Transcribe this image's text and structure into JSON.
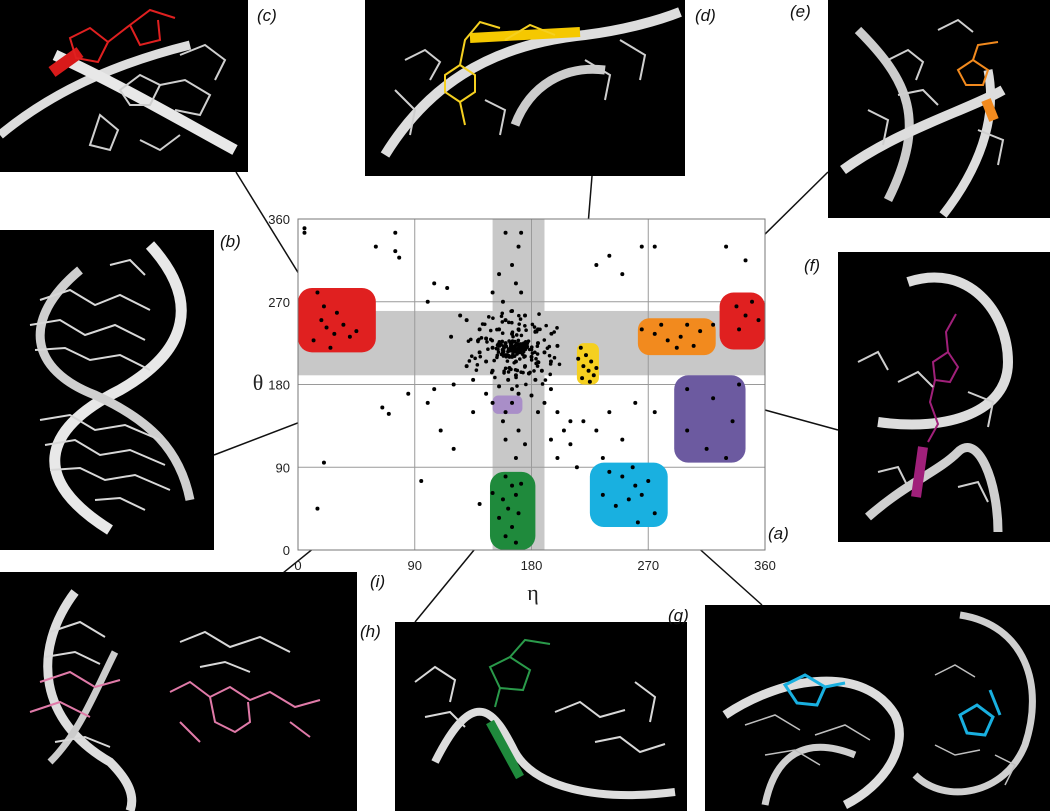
{
  "panel_labels": {
    "a": "(a)",
    "b": "(b)",
    "c": "(c)",
    "d": "(d)",
    "e": "(e)",
    "f": "(f)",
    "g": "(g)",
    "h": "(h)",
    "i": "(i)"
  },
  "colors": {
    "c": "#e02020",
    "d": "#f5d020",
    "e": "#f28a1e",
    "f": "#6c5aa0",
    "g": "#19b0e0",
    "h": "#1f8a3c",
    "i": "#a98ec8",
    "i_highlight": "#e07aa8",
    "f_highlight": "#a0207a",
    "band": "#c8c8c8"
  },
  "chart_data": {
    "type": "scatter",
    "xlabel": "η",
    "ylabel": "θ",
    "xlim": [
      0,
      360
    ],
    "ylim": [
      0,
      360
    ],
    "xticks": [
      "0",
      "90",
      "180",
      "270",
      "360"
    ],
    "yticks": [
      "0",
      "90",
      "180",
      "270",
      "360"
    ],
    "grid": true,
    "bands": [
      {
        "axis": "x",
        "range": [
          150,
          190
        ]
      },
      {
        "axis": "y",
        "range": [
          190,
          260
        ]
      }
    ],
    "regions": [
      {
        "label": "c",
        "x": [
          0,
          60
        ],
        "y": [
          215,
          285
        ]
      },
      {
        "label": "c",
        "x": [
          325,
          360
        ],
        "y": [
          218,
          280
        ]
      },
      {
        "label": "d",
        "x": [
          215,
          232
        ],
        "y": [
          180,
          225
        ]
      },
      {
        "label": "e",
        "x": [
          262,
          322
        ],
        "y": [
          212,
          252
        ]
      },
      {
        "label": "f",
        "x": [
          290,
          345
        ],
        "y": [
          95,
          190
        ]
      },
      {
        "label": "g",
        "x": [
          225,
          285
        ],
        "y": [
          25,
          95
        ]
      },
      {
        "label": "h",
        "x": [
          148,
          183
        ],
        "y": [
          0,
          85
        ]
      },
      {
        "label": "i",
        "x": [
          150,
          173
        ],
        "y": [
          148,
          168
        ]
      }
    ],
    "points": [
      [
        5,
        350
      ],
      [
        5,
        345
      ],
      [
        15,
        280
      ],
      [
        20,
        265
      ],
      [
        18,
        250
      ],
      [
        22,
        242
      ],
      [
        28,
        235
      ],
      [
        35,
        245
      ],
      [
        40,
        232
      ],
      [
        30,
        258
      ],
      [
        45,
        238
      ],
      [
        12,
        228
      ],
      [
        25,
        220
      ],
      [
        60,
        330
      ],
      [
        75,
        345
      ],
      [
        75,
        325
      ],
      [
        78,
        318
      ],
      [
        65,
        155
      ],
      [
        70,
        148
      ],
      [
        85,
        170
      ],
      [
        100,
        160
      ],
      [
        105,
        175
      ],
      [
        120,
        180
      ],
      [
        130,
        200
      ],
      [
        110,
        130
      ],
      [
        20,
        95
      ],
      [
        15,
        45
      ],
      [
        95,
        75
      ],
      [
        140,
        50
      ],
      [
        120,
        110
      ],
      [
        135,
        150
      ],
      [
        105,
        290
      ],
      [
        115,
        285
      ],
      [
        100,
        270
      ],
      [
        125,
        255
      ],
      [
        140,
        240
      ],
      [
        130,
        250
      ],
      [
        145,
        230
      ],
      [
        118,
        232
      ],
      [
        165,
        210
      ],
      [
        168,
        205
      ],
      [
        170,
        215
      ],
      [
        172,
        220
      ],
      [
        160,
        225
      ],
      [
        175,
        200
      ],
      [
        163,
        198
      ],
      [
        158,
        215
      ],
      [
        180,
        210
      ],
      [
        185,
        225
      ],
      [
        165,
        235
      ],
      [
        155,
        240
      ],
      [
        150,
        220
      ],
      [
        178,
        192
      ],
      [
        168,
        190
      ],
      [
        162,
        185
      ],
      [
        170,
        240
      ],
      [
        160,
        250
      ],
      [
        175,
        255
      ],
      [
        165,
        260
      ],
      [
        158,
        270
      ],
      [
        150,
        280
      ],
      [
        172,
        280
      ],
      [
        168,
        290
      ],
      [
        155,
        300
      ],
      [
        165,
        310
      ],
      [
        170,
        330
      ],
      [
        160,
        345
      ],
      [
        172,
        345
      ],
      [
        145,
        205
      ],
      [
        140,
        215
      ],
      [
        190,
        215
      ],
      [
        195,
        205
      ],
      [
        200,
        222
      ],
      [
        185,
        240
      ],
      [
        188,
        195
      ],
      [
        183,
        185
      ],
      [
        150,
        195
      ],
      [
        155,
        178
      ],
      [
        170,
        170
      ],
      [
        165,
        160
      ],
      [
        160,
        150
      ],
      [
        158,
        140
      ],
      [
        170,
        130
      ],
      [
        175,
        115
      ],
      [
        168,
        100
      ],
      [
        160,
        120
      ],
      [
        165,
        175
      ],
      [
        180,
        168
      ],
      [
        190,
        160
      ],
      [
        200,
        150
      ],
      [
        210,
        140
      ],
      [
        205,
        130
      ],
      [
        195,
        120
      ],
      [
        210,
        115
      ],
      [
        200,
        100
      ],
      [
        185,
        150
      ],
      [
        195,
        175
      ],
      [
        145,
        170
      ],
      [
        135,
        185
      ],
      [
        150,
        160
      ],
      [
        160,
        80
      ],
      [
        165,
        70
      ],
      [
        168,
        60
      ],
      [
        158,
        55
      ],
      [
        162,
        45
      ],
      [
        170,
        40
      ],
      [
        155,
        35
      ],
      [
        165,
        25
      ],
      [
        160,
        15
      ],
      [
        168,
        8
      ],
      [
        172,
        72
      ],
      [
        150,
        62
      ],
      [
        218,
        220
      ],
      [
        222,
        212
      ],
      [
        226,
        205
      ],
      [
        220,
        200
      ],
      [
        224,
        195
      ],
      [
        228,
        190
      ],
      [
        219,
        187
      ],
      [
        225,
        183
      ],
      [
        230,
        198
      ],
      [
        216,
        208
      ],
      [
        265,
        240
      ],
      [
        275,
        235
      ],
      [
        285,
        228
      ],
      [
        295,
        232
      ],
      [
        300,
        245
      ],
      [
        310,
        238
      ],
      [
        280,
        245
      ],
      [
        292,
        220
      ],
      [
        305,
        222
      ],
      [
        320,
        245
      ],
      [
        338,
        265
      ],
      [
        345,
        255
      ],
      [
        350,
        270
      ],
      [
        340,
        240
      ],
      [
        355,
        250
      ],
      [
        330,
        330
      ],
      [
        345,
        315
      ],
      [
        300,
        175
      ],
      [
        320,
        165
      ],
      [
        335,
        140
      ],
      [
        315,
        110
      ],
      [
        330,
        100
      ],
      [
        300,
        130
      ],
      [
        340,
        180
      ],
      [
        240,
        85
      ],
      [
        250,
        80
      ],
      [
        260,
        70
      ],
      [
        265,
        60
      ],
      [
        255,
        55
      ],
      [
        245,
        48
      ],
      [
        275,
        40
      ],
      [
        270,
        75
      ],
      [
        235,
        60
      ],
      [
        262,
        30
      ],
      [
        258,
        90
      ],
      [
        230,
        310
      ],
      [
        240,
        320
      ],
      [
        250,
        300
      ],
      [
        265,
        330
      ],
      [
        275,
        330
      ],
      [
        220,
        140
      ],
      [
        240,
        150
      ],
      [
        250,
        120
      ],
      [
        235,
        100
      ],
      [
        215,
        90
      ],
      [
        230,
        130
      ],
      [
        260,
        160
      ],
      [
        275,
        150
      ]
    ]
  }
}
